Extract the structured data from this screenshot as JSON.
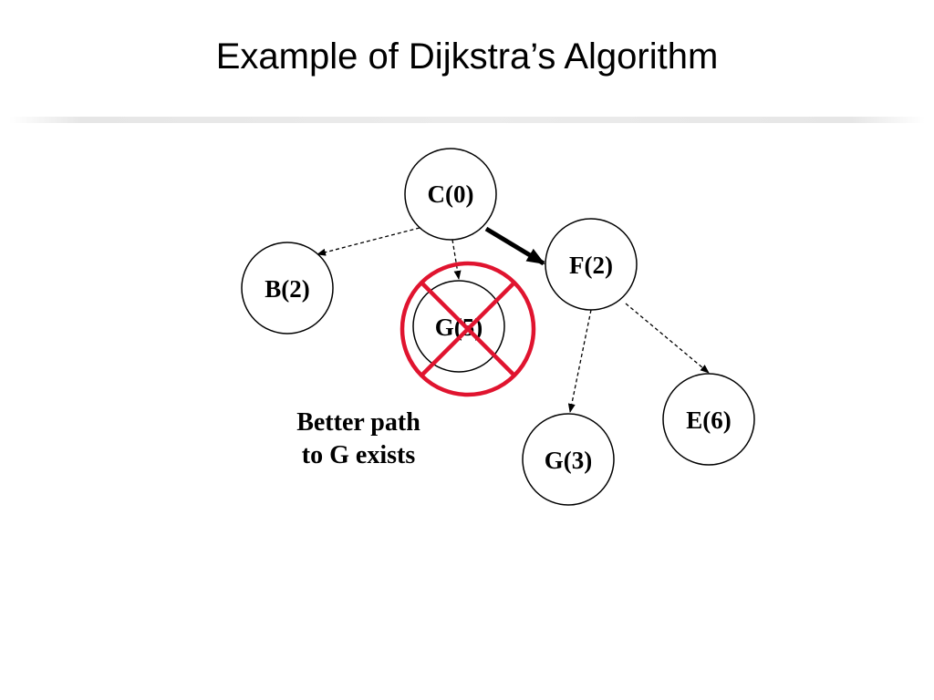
{
  "title": "Example of Dijkstra’s Algorithm",
  "nodes": {
    "c": "C(0)",
    "f": "F(2)",
    "b": "B(2)",
    "g_rejected": "G(5)",
    "e": "E(6)",
    "g_better": "G(3)"
  },
  "annotation": {
    "line1": "Better path",
    "line2": "to G exists"
  },
  "colors": {
    "rejection_mark": "#e0142f",
    "edge": "#000000",
    "node_border": "#000000"
  },
  "icons": {
    "rejection": "cross-in-circle"
  }
}
